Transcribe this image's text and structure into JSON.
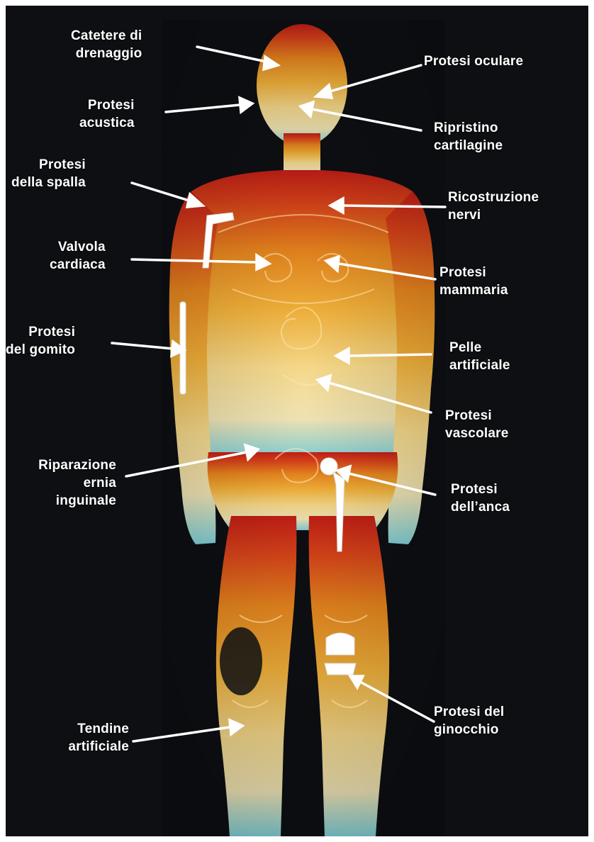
{
  "labels": {
    "catetere": [
      "Catetere di",
      "drenaggio"
    ],
    "protesi_oculare": [
      "Protesi oculare"
    ],
    "protesi_acustica": [
      "Protesi",
      "acustica"
    ],
    "ripristino_cartilagine": [
      "Ripristino",
      "cartilagine"
    ],
    "protesi_spalla": [
      "Protesi",
      "della spalla"
    ],
    "ricostruzione_nervi": [
      "Ricostruzione",
      "nervi"
    ],
    "valvola_cardiaca": [
      "Valvola",
      "cardiaca"
    ],
    "protesi_mammaria": [
      "Protesi",
      "mammaria"
    ],
    "protesi_gomito": [
      "Protesi",
      "del gomito"
    ],
    "pelle_artificiale": [
      "Pelle",
      "artificiale"
    ],
    "protesi_vascolare": [
      "Protesi",
      "vascolare"
    ],
    "riparazione_ernia": [
      "Riparazione",
      "ernia",
      "inguinale"
    ],
    "protesi_anca": [
      "Protesi",
      "dell’anca"
    ],
    "protesi_ginocchio": [
      "Protesi del",
      "ginocchio"
    ],
    "tendine_artificiale": [
      "Tendine",
      "artificiale"
    ]
  },
  "colors": {
    "background": "#0d0f13",
    "head": "#c8281c",
    "torso": "#e67a1e",
    "legs": "#f4d890",
    "feet": "#7fd0d8",
    "label_text": "#ffffff",
    "arrow": "#ffffff"
  }
}
